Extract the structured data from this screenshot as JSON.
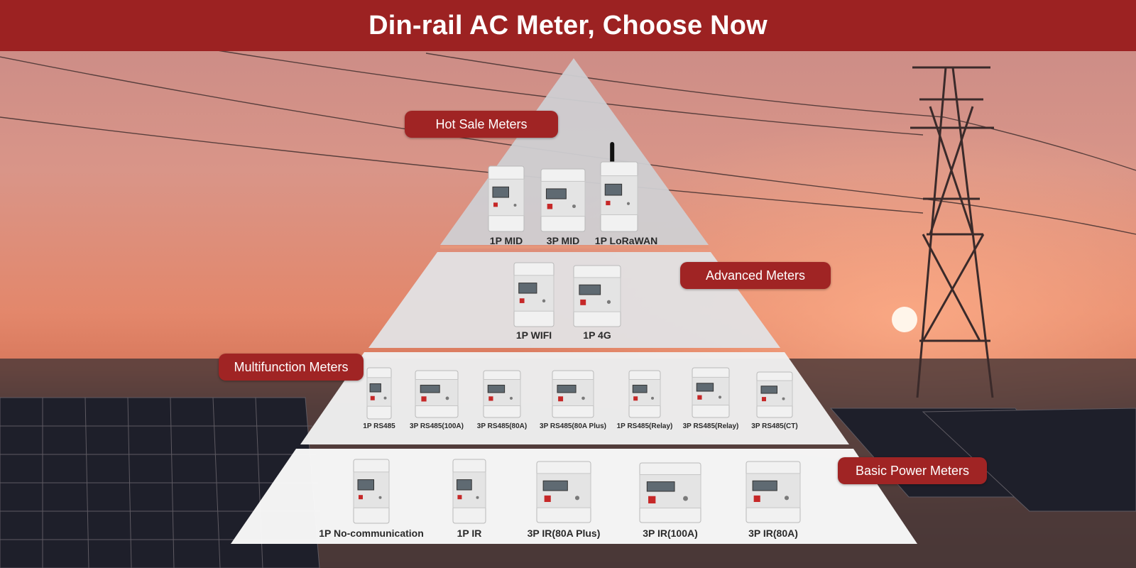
{
  "header": {
    "title": "Din-rail AC Meter, Choose Now"
  },
  "tiers": [
    {
      "badge": "Hot Sale Meters",
      "products": [
        "1P MID",
        "3P MID",
        "1P LoRaWAN"
      ]
    },
    {
      "badge": "Advanced Meters",
      "products": [
        "1P WIFI",
        "1P 4G"
      ]
    },
    {
      "badge": "Multifunction Meters",
      "products": [
        "1P RS485",
        "3P RS485(100A)",
        "3P RS485(80A)",
        "3P RS485(80A Plus)",
        "1P RS485(Relay)",
        "3P RS485(Relay)",
        "3P RS485(CT)"
      ]
    },
    {
      "badge": "Basic Power Meters",
      "products": [
        "1P No-communication",
        "1P IR",
        "3P IR(80A Plus)",
        "3P IR(100A)",
        "3P IR(80A)"
      ]
    }
  ],
  "colors": {
    "brand": "#9c2222",
    "badge": "#a02424"
  }
}
